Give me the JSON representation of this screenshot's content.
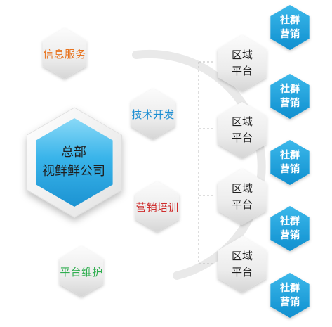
{
  "headquarters": {
    "line1": "总部",
    "line2": "视鲜鲜公司"
  },
  "functions": [
    {
      "label": "信息服务",
      "color": "#e8731e"
    },
    {
      "label": "技术开发",
      "color": "#1a8dd2"
    },
    {
      "label": "营销培训",
      "color": "#cf2d2d"
    },
    {
      "label": "平台维护",
      "color": "#2fae4f"
    }
  ],
  "platforms": [
    {
      "line1": "区域",
      "line2": "平台"
    },
    {
      "line1": "区域",
      "line2": "平台"
    },
    {
      "line1": "区域",
      "line2": "平台"
    },
    {
      "line1": "区域",
      "line2": "平台"
    }
  ],
  "community_nodes": [
    {
      "line1": "社群",
      "line2": "营销"
    },
    {
      "line1": "社群",
      "line2": "营销"
    },
    {
      "line1": "社群",
      "line2": "营销"
    },
    {
      "line1": "社群",
      "line2": "营销"
    },
    {
      "line1": "社群",
      "line2": "营销"
    }
  ],
  "colors": {
    "hex_fill_light": "#f2f2f2",
    "hex_fill_dark": "#d6d6d6",
    "hq_fill": "#23a6e3",
    "hq_fill_light": "#72cff4",
    "community_fill": "#14a0dd",
    "connector": "#e6e6e6",
    "dashed": "#bdbdbd"
  }
}
